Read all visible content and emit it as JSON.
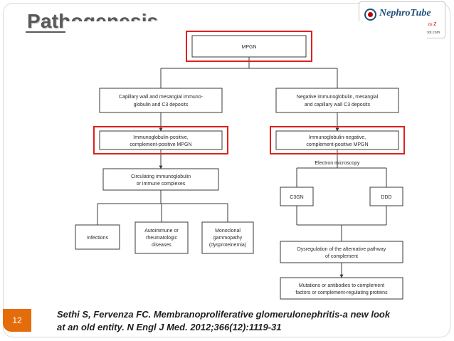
{
  "slide": {
    "title": "Pathogenesis",
    "number": "12",
    "citation_line1": "Sethi S, Fervenza FC. Membranoproliferative glomerulonephritis-a new look",
    "citation_line2": "at an old entity. N Engl J Med. 2012;366(12):1119-31"
  },
  "logo": {
    "name": "NephroTube",
    "tagline": "Nephrology from A to Z",
    "url": "www.nephrotube.blogspot.com"
  },
  "diagram": {
    "root": "MPGN",
    "left_branch_1": "Capillary wall and mesangial immuno-",
    "left_branch_2": "globulin and C3 deposits",
    "right_branch_1": "Negative immunoglobulin, mesangial",
    "right_branch_2": "and capillary wall C3 deposits",
    "left_type_1": "Immunoglobulin-positive,",
    "left_type_2": "complement-positive MPGN",
    "right_type_1": "Immunoglobulin-negative,",
    "right_type_2": "complement-positive MPGN",
    "electron_microscopy": "Electron microscopy",
    "circulating_1": "Circulating immunoglobulin",
    "circulating_2": "or immune complexes",
    "c3gn": "C3GN",
    "ddd": "DDD",
    "infections": "Infections",
    "autoimmune_1": "Autoimmune or",
    "autoimmune_2": "rheumatologic",
    "autoimmune_3": "diseases",
    "monoclonal_1": "Monoclonal",
    "monoclonal_2": "gammopathy",
    "monoclonal_3": "(dysproteinemia)",
    "dysregulation_1": "Dysregulation of the alternative pathway",
    "dysregulation_2": "of complement",
    "mutations_1": "Mutations or antibodies to complement",
    "mutations_2": "factors or complement-regulating proteins"
  },
  "colors": {
    "highlight": "#e0201b",
    "box_border": "#3a3a3a",
    "slide_number_bg": "#e46c0a",
    "title": "#595959"
  }
}
